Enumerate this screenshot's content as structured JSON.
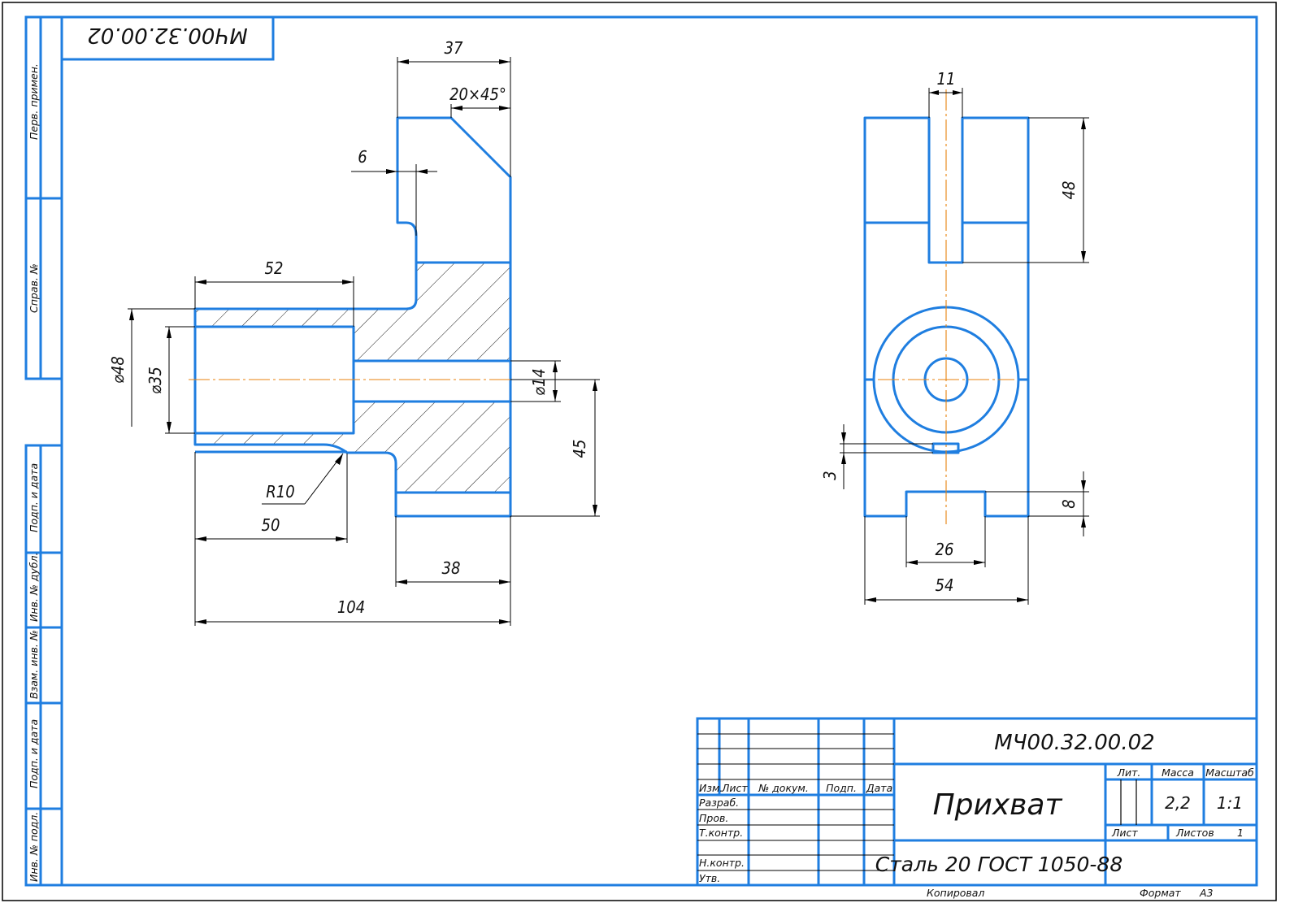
{
  "drawing": {
    "designation": "МЧ00.32.00.02",
    "designation_rotated": "МЧ00.32.00.02",
    "part_name": "Прихват",
    "material": "Сталь 20  ГОСТ 1050-88",
    "mass": "2,2",
    "scale": "1:1",
    "sheets_total": "1",
    "format": "А3",
    "copied_by_label": "Копировал",
    "format_label": "Формат"
  },
  "title_block": {
    "headers": {
      "izm": "Изм.",
      "list": "Лист",
      "doc_no": "№ докум.",
      "sign": "Подп.",
      "date": "Дата"
    },
    "roles": {
      "developer": "Разраб.",
      "checker": "Пров.",
      "tech_control": "Т.контр.",
      "norm_control": "Н.контр.",
      "approved": "Утв."
    },
    "lit_label": "Лит.",
    "mass_label": "Масса",
    "scale_label": "Масштаб",
    "sheet_label": "Лист",
    "sheets_label": "Листов"
  },
  "side_stamp": {
    "first_use": "Перв. примен.",
    "ref_no": "Справ. №",
    "sign_date_1": "Подп. и дата",
    "inv_dup": "Инв. № дубл.",
    "replace_inv": "Взам. инв. №",
    "sign_date_2": "Подп. и дата",
    "inv_orig": "Инв. № подл."
  },
  "dimensions": {
    "front_view": {
      "top_width": "37",
      "chamfer": "20×45°",
      "step": "6",
      "bore_length": "52",
      "outer_diameter": "⌀48",
      "bore_diameter": "⌀35",
      "hole_diameter": "⌀14",
      "height_45": "45",
      "fillet": "R10",
      "lip_length": "50",
      "foot_length": "38",
      "overall_length": "104"
    },
    "side_view": {
      "slot_width": "11",
      "slot_depth": "48",
      "key_height": "3",
      "bottom_slot_depth": "8",
      "bottom_slot_width": "26",
      "overall_width": "54"
    }
  }
}
